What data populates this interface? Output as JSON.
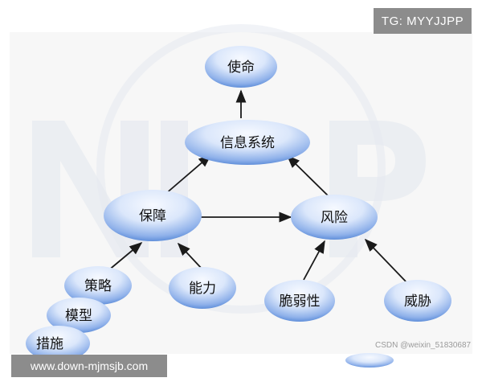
{
  "overlay": {
    "telegram_badge": "TG: MYYJJPP",
    "site_url": "www.down-mjmsjb.com",
    "source_credit": "CSDN @weixin_51830687"
  },
  "colors": {
    "node_fill_light": "#f4f8ff",
    "node_fill_dark": "#3f78d0",
    "arrow": "#1a1a1a",
    "watermark": "#e6eaf0"
  },
  "diagram": {
    "nodes": {
      "mission": "使命",
      "info_system": "信息系统",
      "assurance": "保障",
      "risk": "风险",
      "strategy": "策略",
      "capability": "能力",
      "vulnerability": "脆弱性",
      "threat": "威胁",
      "model": "模型",
      "measures": "措施"
    },
    "edges": [
      {
        "from": "info_system",
        "to": "mission"
      },
      {
        "from": "assurance",
        "to": "info_system"
      },
      {
        "from": "risk",
        "to": "info_system"
      },
      {
        "from": "assurance",
        "to": "risk"
      },
      {
        "from": "strategy",
        "to": "assurance"
      },
      {
        "from": "capability",
        "to": "assurance"
      },
      {
        "from": "vulnerability",
        "to": "risk"
      },
      {
        "from": "threat",
        "to": "risk"
      }
    ]
  }
}
